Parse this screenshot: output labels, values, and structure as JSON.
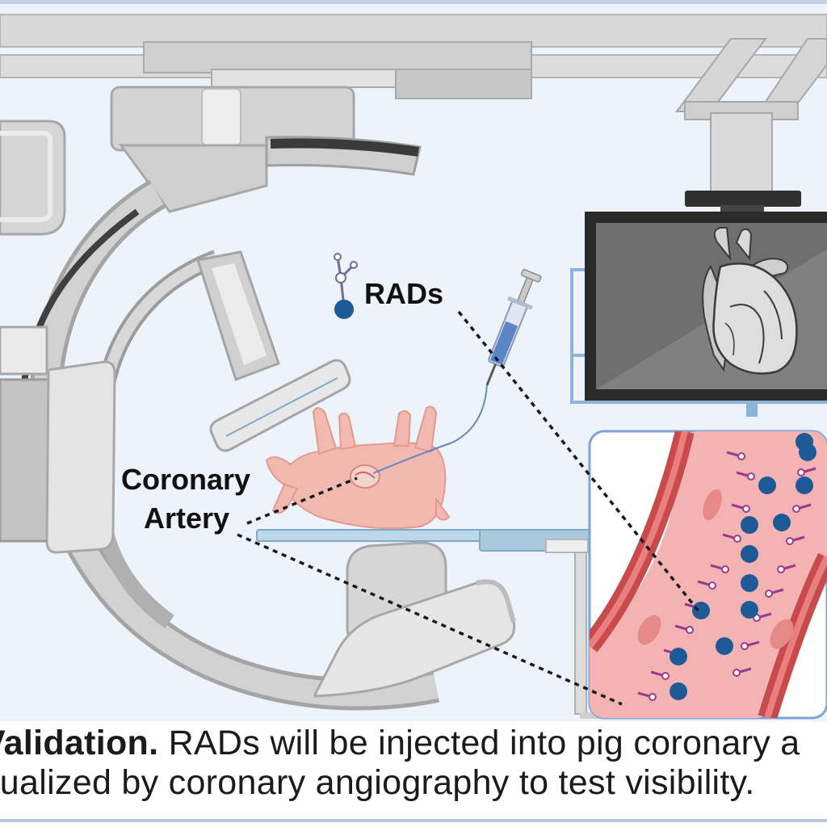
{
  "figure": {
    "labels": {
      "rads": "RADs",
      "coronary_line1": "Coronary",
      "coronary_line2": "Artery"
    },
    "caption": {
      "bold": "Validation.",
      "line1_rest": " RADs will be injected into pig coronary a",
      "line2": "sualized by coronary angiography to test visibility."
    }
  },
  "colors": {
    "background": "#edf3fb",
    "machine_gray": "#c9c9c9",
    "vessel_wall": "#c84a4a",
    "vessel_lumen": "#f3b3b3",
    "rad_particle": "#1d5a96",
    "receptor": "#9b3a8f",
    "monitor_frame": "#2a2a2a",
    "screen": "#6f6f6f",
    "panel_border": "#7fa3d8"
  },
  "icons": [
    "rad-molecule-icon",
    "syringe-icon",
    "pig-icon",
    "heart-icon"
  ]
}
